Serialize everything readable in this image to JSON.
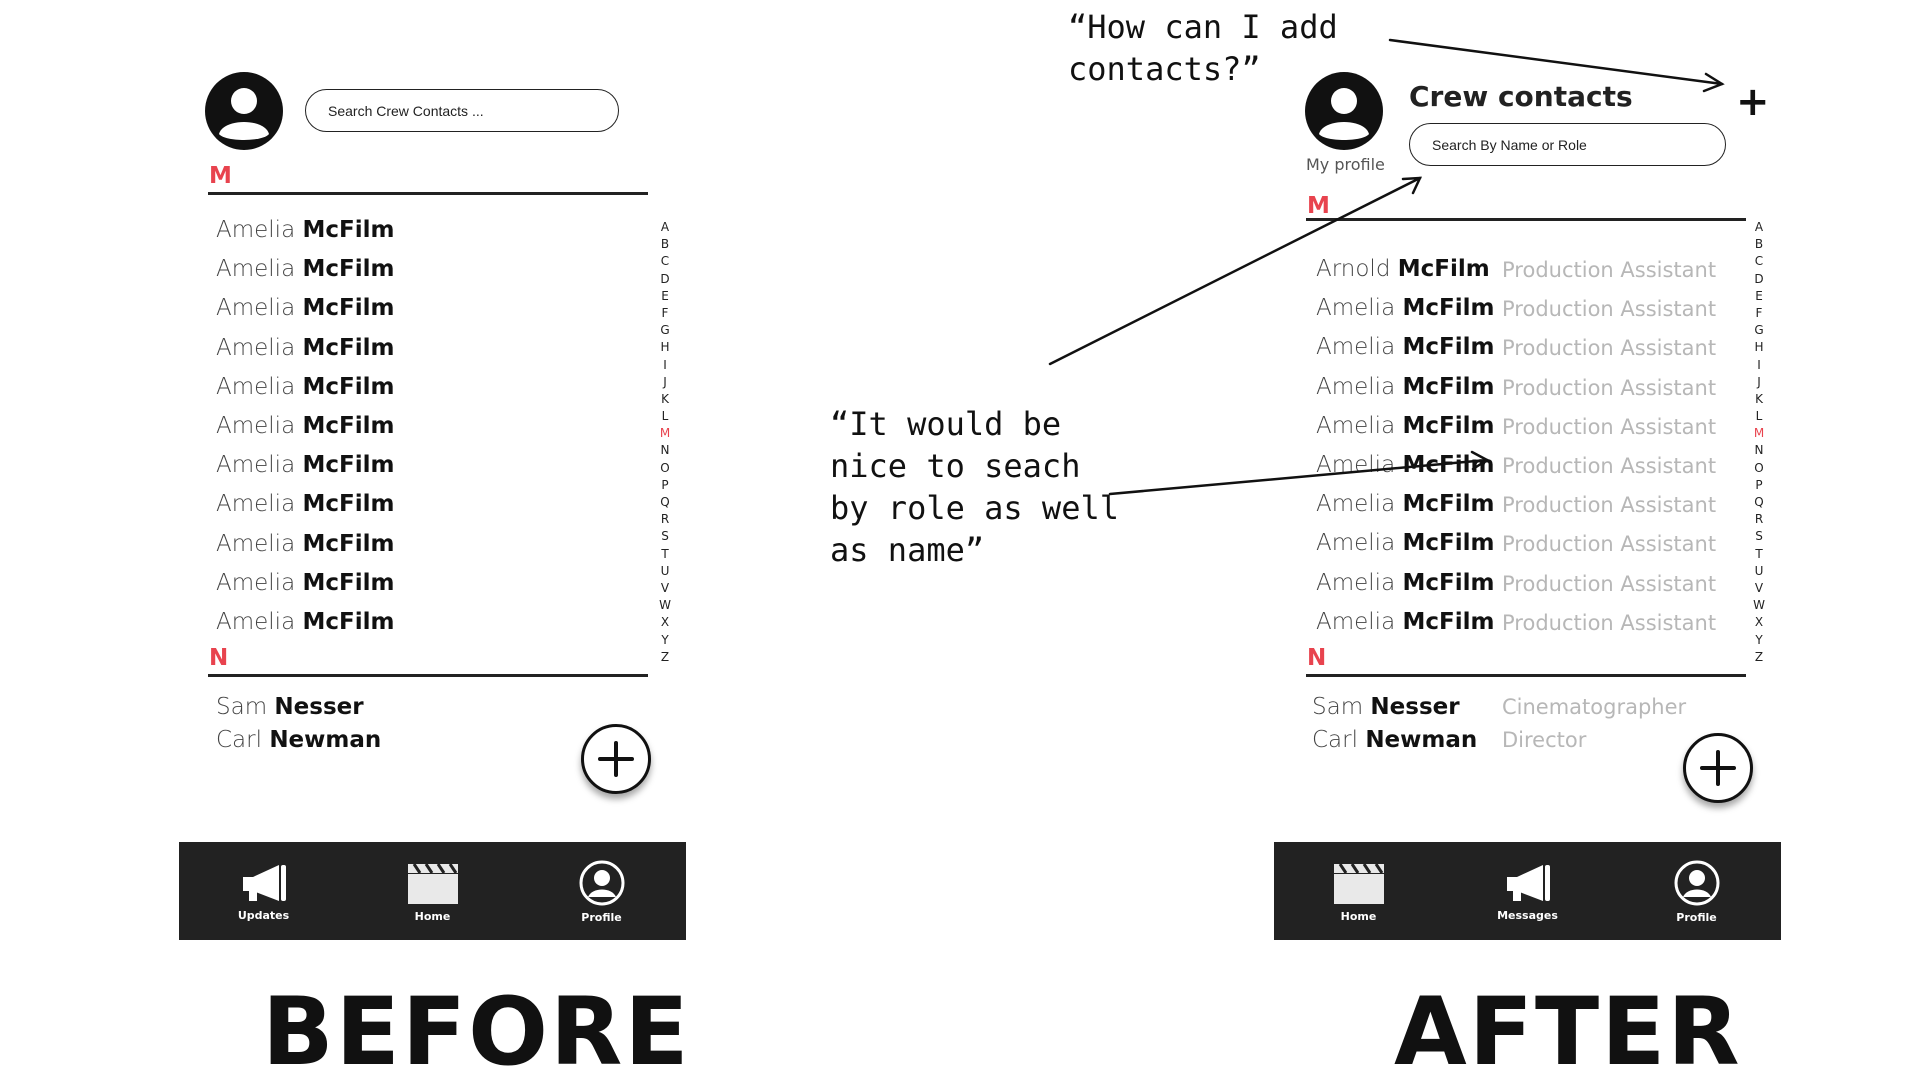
{
  "before": {
    "search_placeholder": "Search Crew Contacts ...",
    "sections": [
      {
        "letter": "M",
        "contacts": [
          {
            "first": "Amelia",
            "last": "McFilm"
          },
          {
            "first": "Amelia",
            "last": "McFilm"
          },
          {
            "first": "Amelia",
            "last": "McFilm"
          },
          {
            "first": "Amelia",
            "last": "McFilm"
          },
          {
            "first": "Amelia",
            "last": "McFilm"
          },
          {
            "first": "Amelia",
            "last": "McFilm"
          },
          {
            "first": "Amelia",
            "last": "McFilm"
          },
          {
            "first": "Amelia",
            "last": "McFilm"
          },
          {
            "first": "Amelia",
            "last": "McFilm"
          },
          {
            "first": "Amelia",
            "last": "McFilm"
          },
          {
            "first": "Amelia",
            "last": "McFilm"
          }
        ]
      },
      {
        "letter": "N",
        "contacts": [
          {
            "first": "Sam",
            "last": "Nesser"
          },
          {
            "first": "Carl",
            "last": "Newman"
          }
        ]
      }
    ],
    "tabs": [
      {
        "label": "Updates",
        "icon": "megaphone-icon"
      },
      {
        "label": "Home",
        "icon": "clapperboard-icon"
      },
      {
        "label": "Profile",
        "icon": "profile-icon"
      }
    ],
    "caption": "BEFORE"
  },
  "after": {
    "title": "Crew contacts",
    "my_profile": "My profile",
    "search_placeholder": "Search By Name or Role",
    "add_symbol": "+",
    "sections": [
      {
        "letter": "M",
        "contacts": [
          {
            "first": "Arnold",
            "last": "McFilm",
            "role": "Production Assistant"
          },
          {
            "first": "Amelia",
            "last": "McFilm",
            "role": "Production Assistant"
          },
          {
            "first": "Amelia",
            "last": "McFilm",
            "role": "Production Assistant"
          },
          {
            "first": "Amelia",
            "last": "McFilm",
            "role": "Production Assistant"
          },
          {
            "first": "Amelia",
            "last": "McFilm",
            "role": "Production Assistant"
          },
          {
            "first": "Amelia",
            "last": "McFilm",
            "role": "Production Assistant"
          },
          {
            "first": "Amelia",
            "last": "McFilm",
            "role": "Production Assistant"
          },
          {
            "first": "Amelia",
            "last": "McFilm",
            "role": "Production Assistant"
          },
          {
            "first": "Amelia",
            "last": "McFilm",
            "role": "Production Assistant"
          },
          {
            "first": "Amelia",
            "last": "McFilm",
            "role": "Production Assistant"
          }
        ]
      },
      {
        "letter": "N",
        "contacts": [
          {
            "first": "Sam",
            "last": "Nesser",
            "role": "Cinematographer"
          },
          {
            "first": "Carl",
            "last": "Newman",
            "role": "Director"
          }
        ]
      }
    ],
    "tabs": [
      {
        "label": "Home",
        "icon": "clapperboard-icon"
      },
      {
        "label": "Messages",
        "icon": "megaphone-icon"
      },
      {
        "label": "Profile",
        "icon": "profile-icon"
      }
    ],
    "caption": "AFTER"
  },
  "alphabet": [
    "A",
    "B",
    "C",
    "D",
    "E",
    "F",
    "G",
    "H",
    "I",
    "J",
    "K",
    "L",
    "M",
    "N",
    "O",
    "P",
    "Q",
    "R",
    "S",
    "T",
    "U",
    "V",
    "W",
    "X",
    "Y",
    "Z"
  ],
  "active_letter": "M",
  "notes": {
    "add_contacts": "“How can I add contacts?”",
    "search_role": "“It would be nice to seach by role as well as name”"
  },
  "colors": {
    "accent": "#e8434e",
    "role_text": "#b7b7b7",
    "tabbar": "#222222"
  }
}
